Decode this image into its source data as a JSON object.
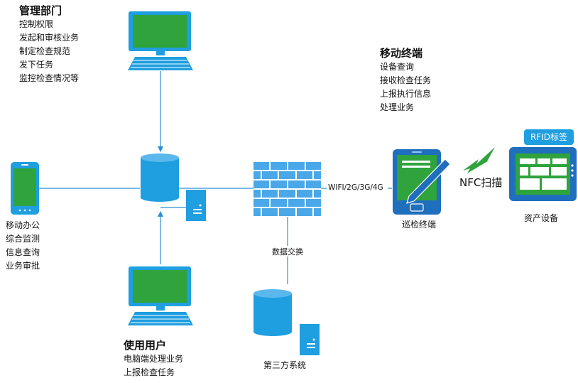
{
  "management": {
    "title": "管理部门",
    "items": [
      "控制权限",
      "发起和审核业务",
      "制定检查规范",
      "发下任务",
      "监控检查情况等"
    ]
  },
  "mobile_terminal": {
    "title": "移动终端",
    "items": [
      "设备查询",
      "接收检查任务",
      "上报执行信息",
      "处理业务"
    ]
  },
  "mobile_office": {
    "items": [
      "移动办公",
      "综合监测",
      "信息查询",
      "业务审批"
    ]
  },
  "users": {
    "title": "使用用户",
    "items": [
      "电脑端处理业务",
      "上报检查任务"
    ]
  },
  "labels": {
    "network": "WIFI/2G/3G/4G",
    "data_exchange": "数据交换",
    "third_party": "第三方系统",
    "patrol_terminal": "巡检终端",
    "nfc_scan": "NFC扫描",
    "asset_device": "资产设备",
    "rfid_tag": "RFID标签"
  },
  "colors": {
    "blue": "#1f9ee0",
    "line": "#2a8fd6",
    "green": "#2fa33c",
    "firewall": "#4aa8e8",
    "device_dark": "#1f6fbd"
  }
}
